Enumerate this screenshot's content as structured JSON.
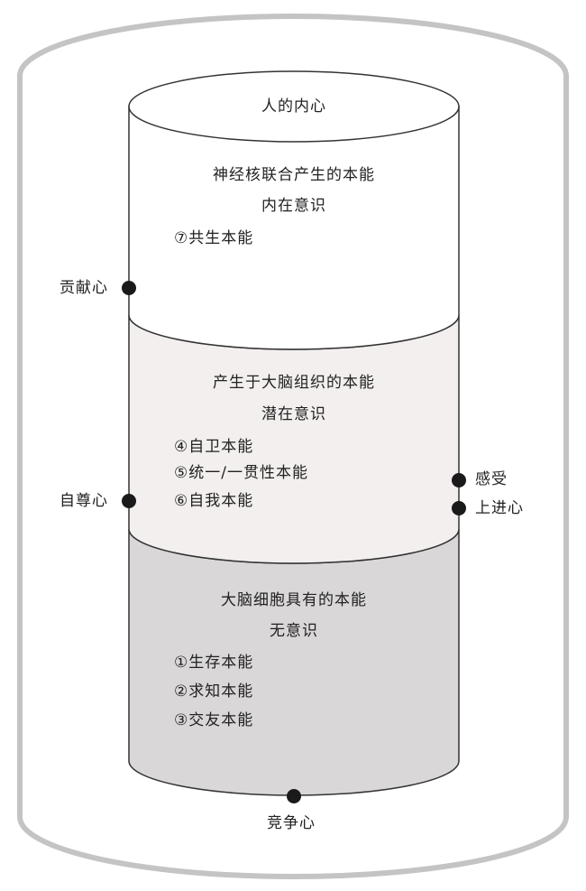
{
  "top_label": "人的内心",
  "sections": [
    {
      "title": "神经核联合产生的本能",
      "subtitle": "内在意识",
      "items": [
        "⑦共生本能"
      ]
    },
    {
      "title": "产生于大脑组织的本能",
      "subtitle": "潜在意识",
      "items": [
        "④自卫本能",
        "⑤统一/一贯性本能",
        "⑥自我本能"
      ]
    },
    {
      "title": "大脑细胞具有的本能",
      "subtitle": "无意识",
      "items": [
        "①生存本能",
        "②求知本能",
        "③交友本能"
      ]
    }
  ],
  "markers": {
    "contribution": "贡献心",
    "self_esteem": "自尊心",
    "feeling": "感受",
    "progress": "上进心",
    "competition": "竞争心"
  },
  "colors": {
    "outer_border": "#c4c4c4",
    "line": "#333333",
    "top_fill": "#ffffff",
    "middle_fill": "#f2efee",
    "bottom_fill": "#d9d7d7",
    "dot": "#1a1a1a"
  }
}
